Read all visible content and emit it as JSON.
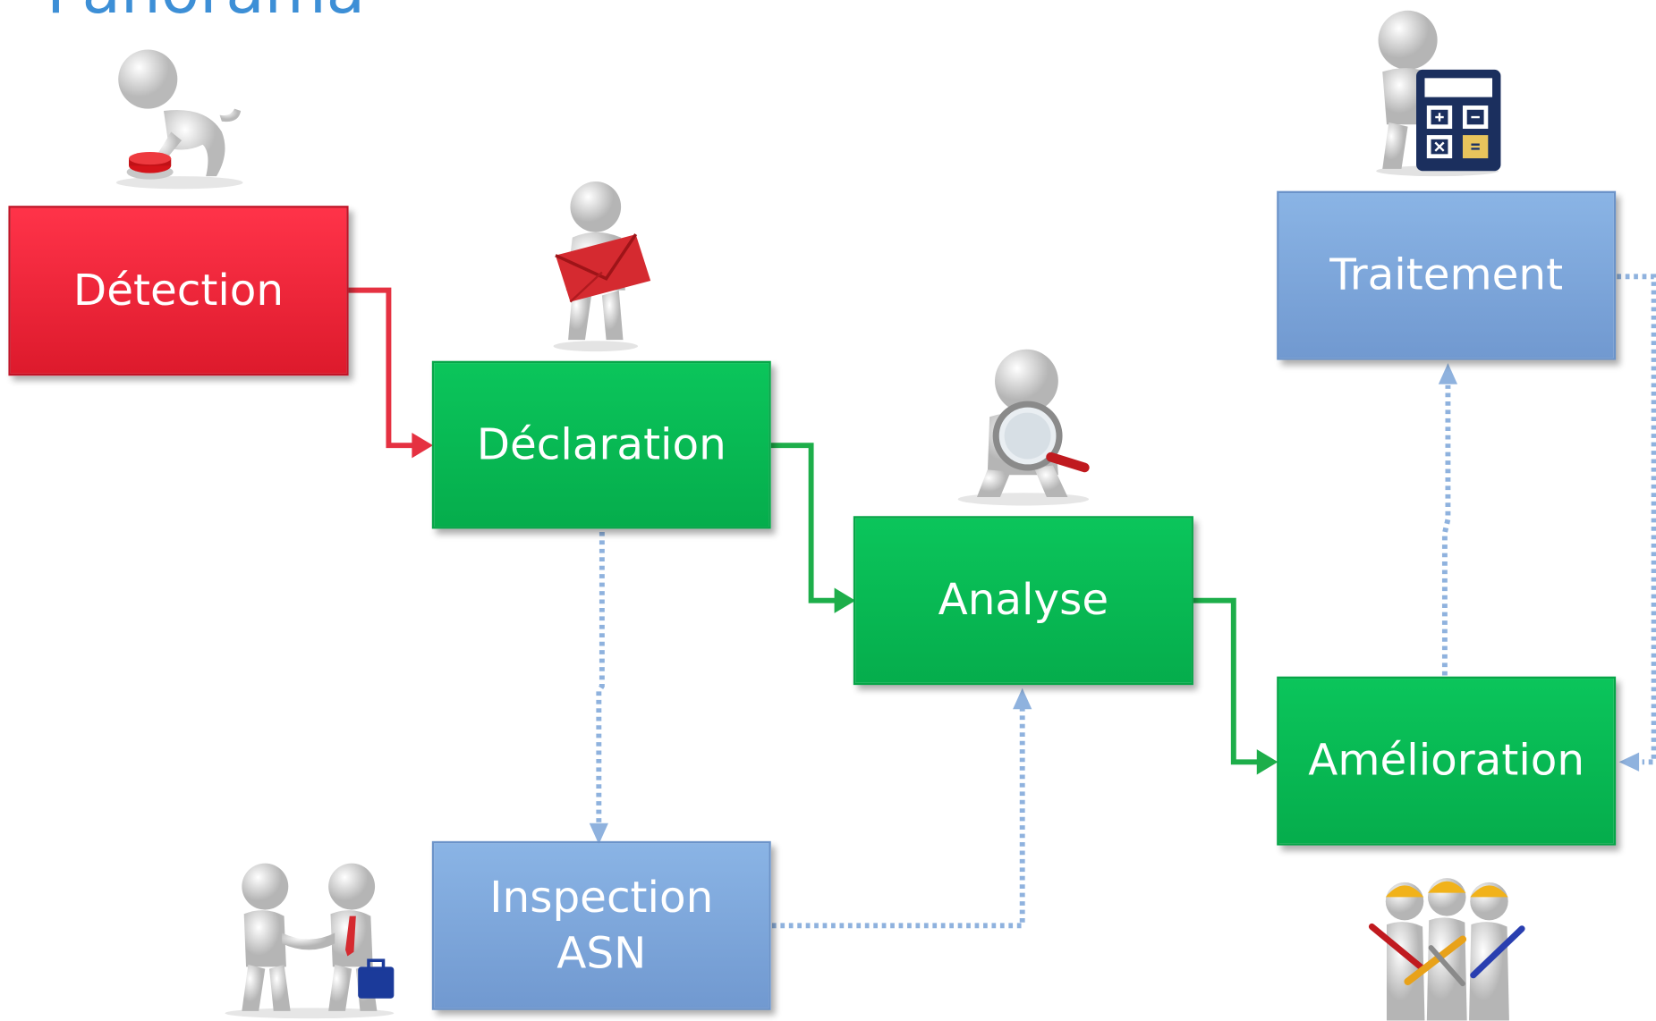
{
  "page": {
    "title": "Panorama"
  },
  "boxes": {
    "detection": {
      "label": "Détection"
    },
    "declaration": {
      "label": "Déclaration"
    },
    "analyse": {
      "label": "Analyse"
    },
    "inspection": {
      "label": "Inspection\nASN"
    },
    "traitement": {
      "label": "Traitement"
    },
    "amelioration": {
      "label": "Amélioration"
    }
  },
  "colors": {
    "title": "#3d8fd6",
    "red": "#e8202f",
    "green": "#07b552",
    "blue": "#7fa6db",
    "connector_red": "#e53141",
    "connector_green": "#1dae4a",
    "connector_blue": "#8fb2de"
  },
  "illustrations": [
    "person-pressing-red-button-icon",
    "person-holding-envelope-icon",
    "person-with-magnifier-icon",
    "person-with-calculator-icon",
    "people-handshake-icon",
    "workers-with-tools-icon"
  ]
}
